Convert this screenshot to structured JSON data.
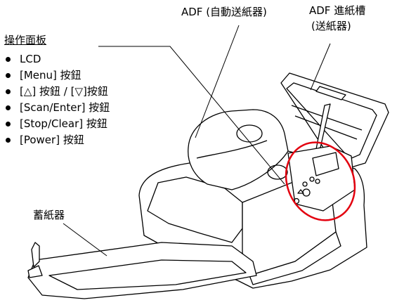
{
  "labels": {
    "adf": "ADF (自動送紙器)",
    "adf_feeder_line1": "ADF 進紙槽",
    "adf_feeder_line2": "(送紙器)",
    "panel_title": "操作面板",
    "stacker": "蓄紙器"
  },
  "panel_items": [
    "LCD",
    "[Menu] 按鈕",
    "[△] 按鈕 / [▽]按鈕",
    "[Scan/Enter] 按鈕",
    "[Stop/Clear] 按鈕",
    "[Power] 按鈕"
  ],
  "colors": {
    "highlight": "#e3000f",
    "line": "#000000"
  }
}
